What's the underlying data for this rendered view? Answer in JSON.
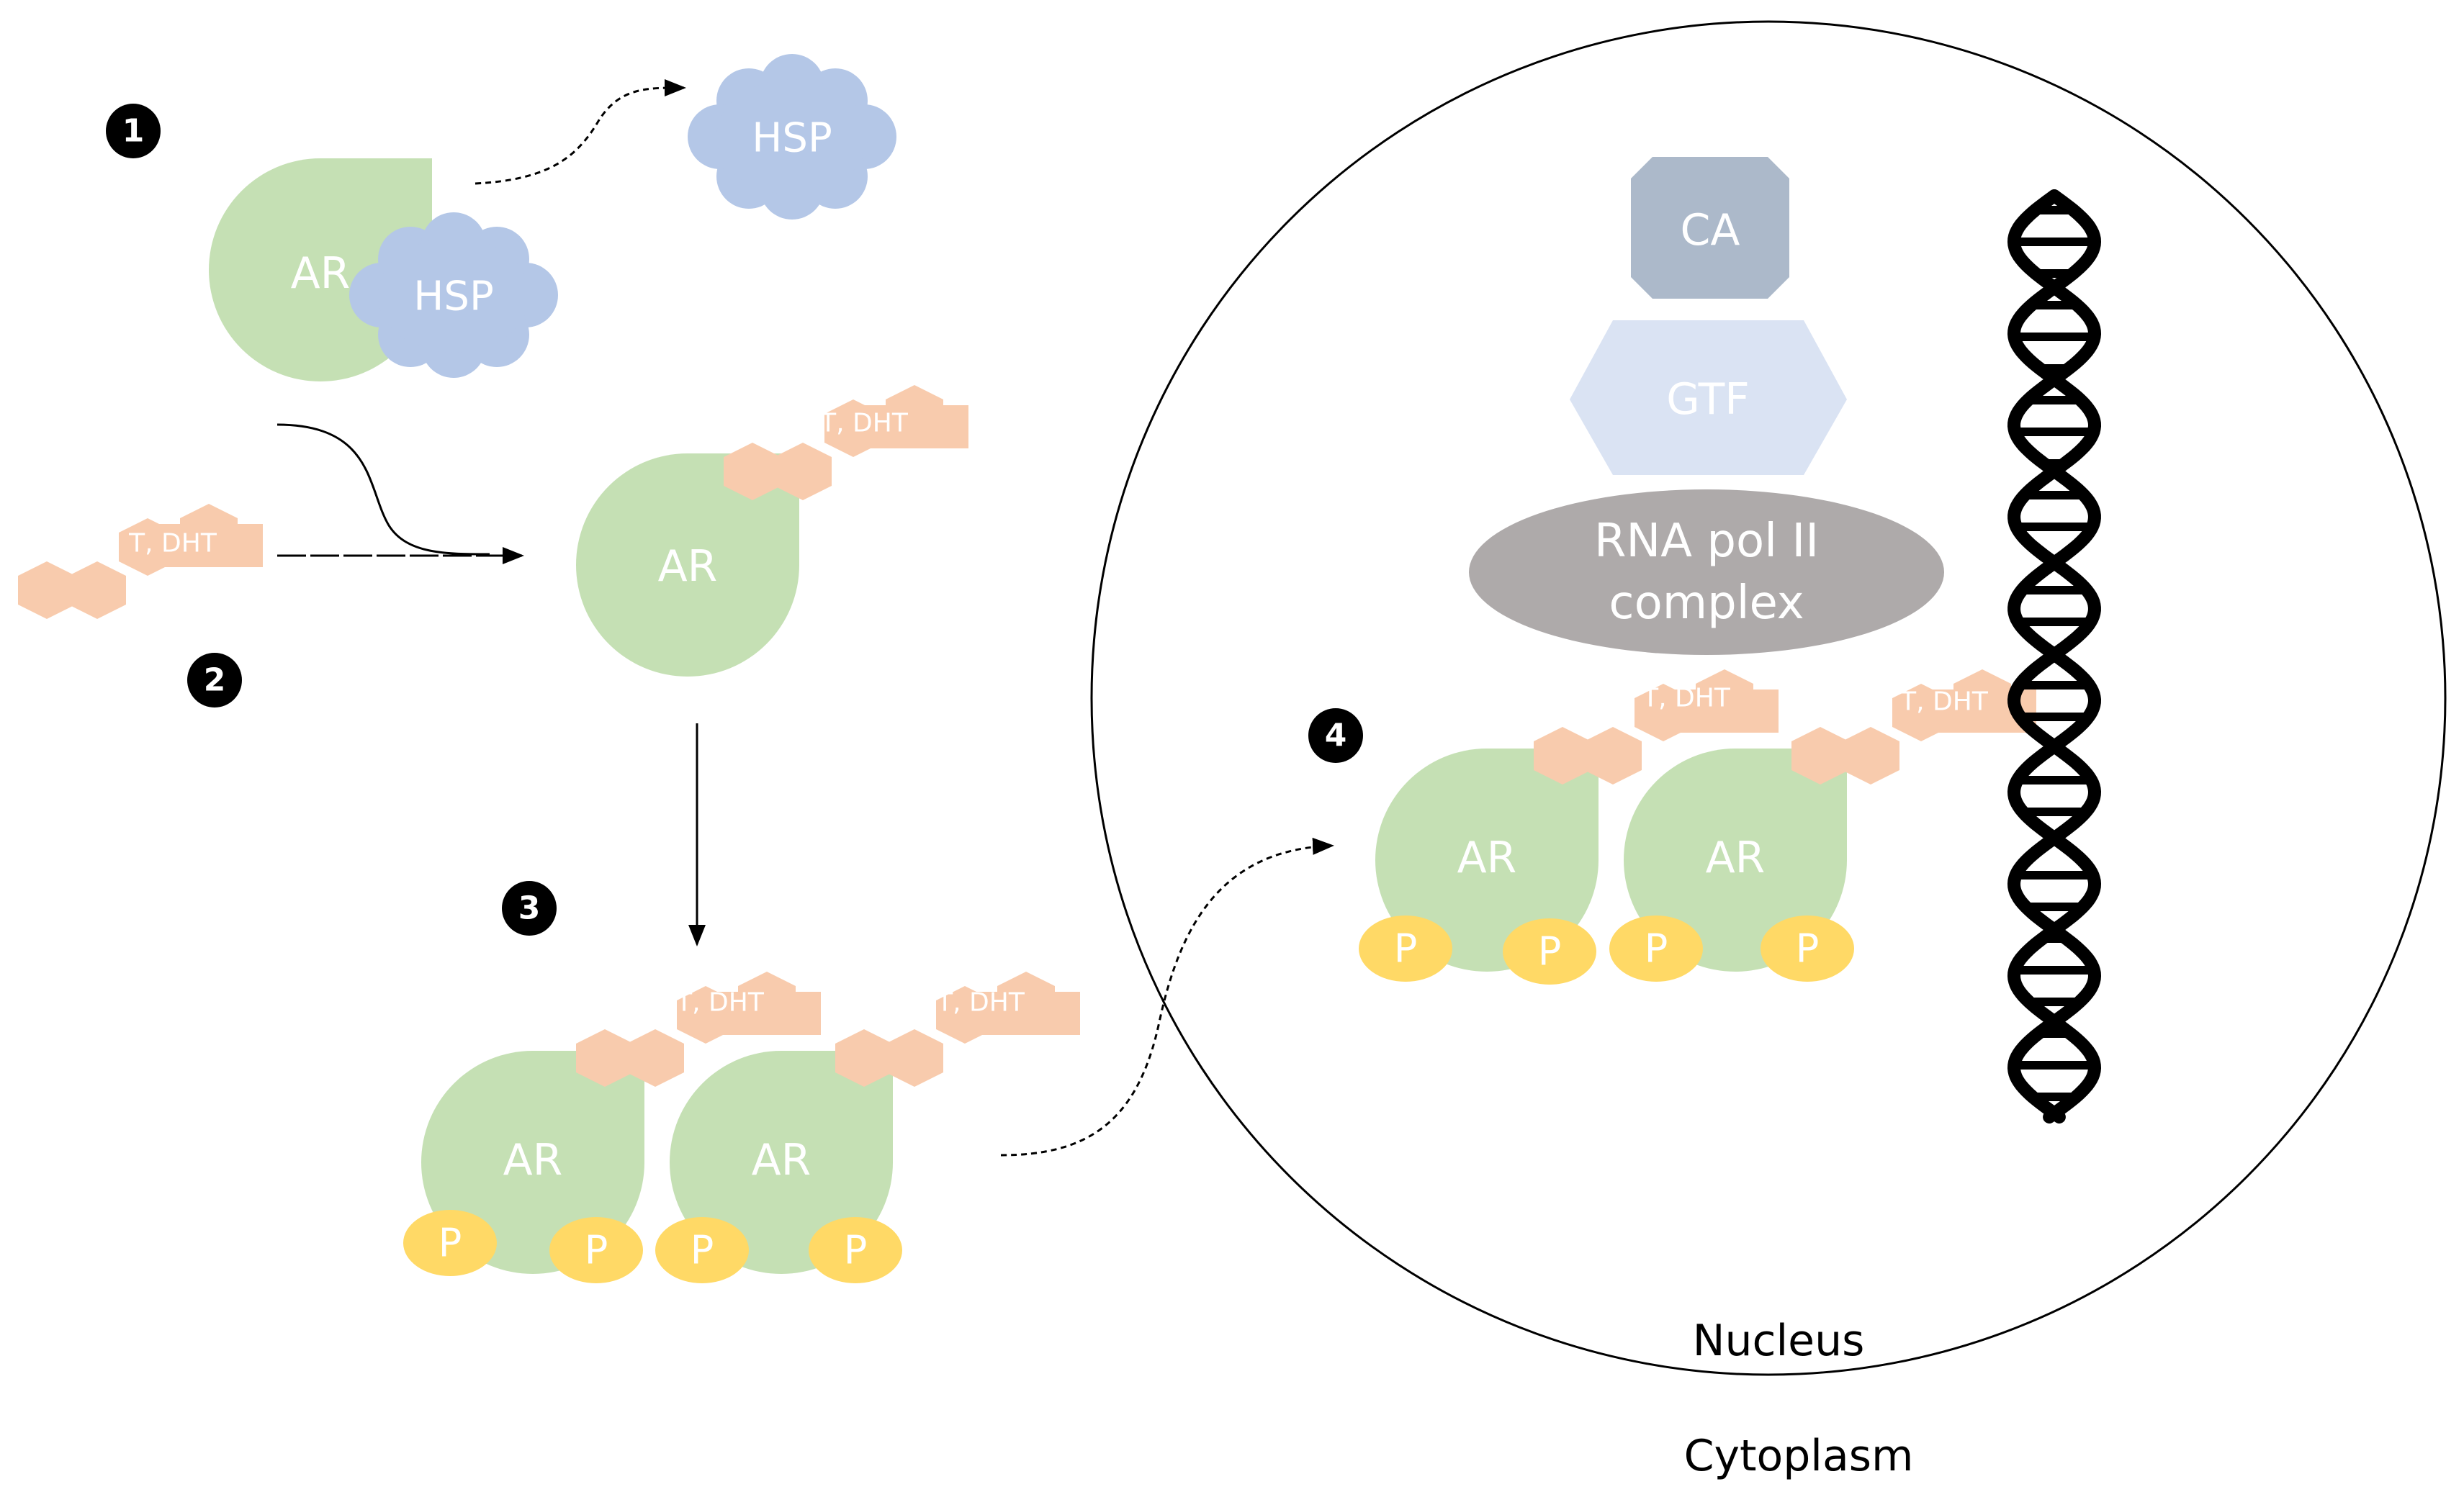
{
  "labels": {
    "ar": "AR",
    "hsp": "HSP",
    "hormone": "T, DHT",
    "p": "P",
    "ca": "CA",
    "gtf": "GTF",
    "rna_line1": "RNA pol II",
    "rna_line2": "complex",
    "nucleus": "Nucleus",
    "cytoplasm": "Cytoplasm"
  },
  "steps": [
    "1",
    "2",
    "3",
    "4"
  ],
  "colors": {
    "ar": "#c5e0b4",
    "hsp": "#b4c7e7",
    "hormone": "#f8cbad",
    "p": "#ffd966",
    "ca": "#acb9ca",
    "gtf": "#dae3f3",
    "rna": "#aeaaaa",
    "dna": "#000000",
    "step_circle": "#000000"
  }
}
